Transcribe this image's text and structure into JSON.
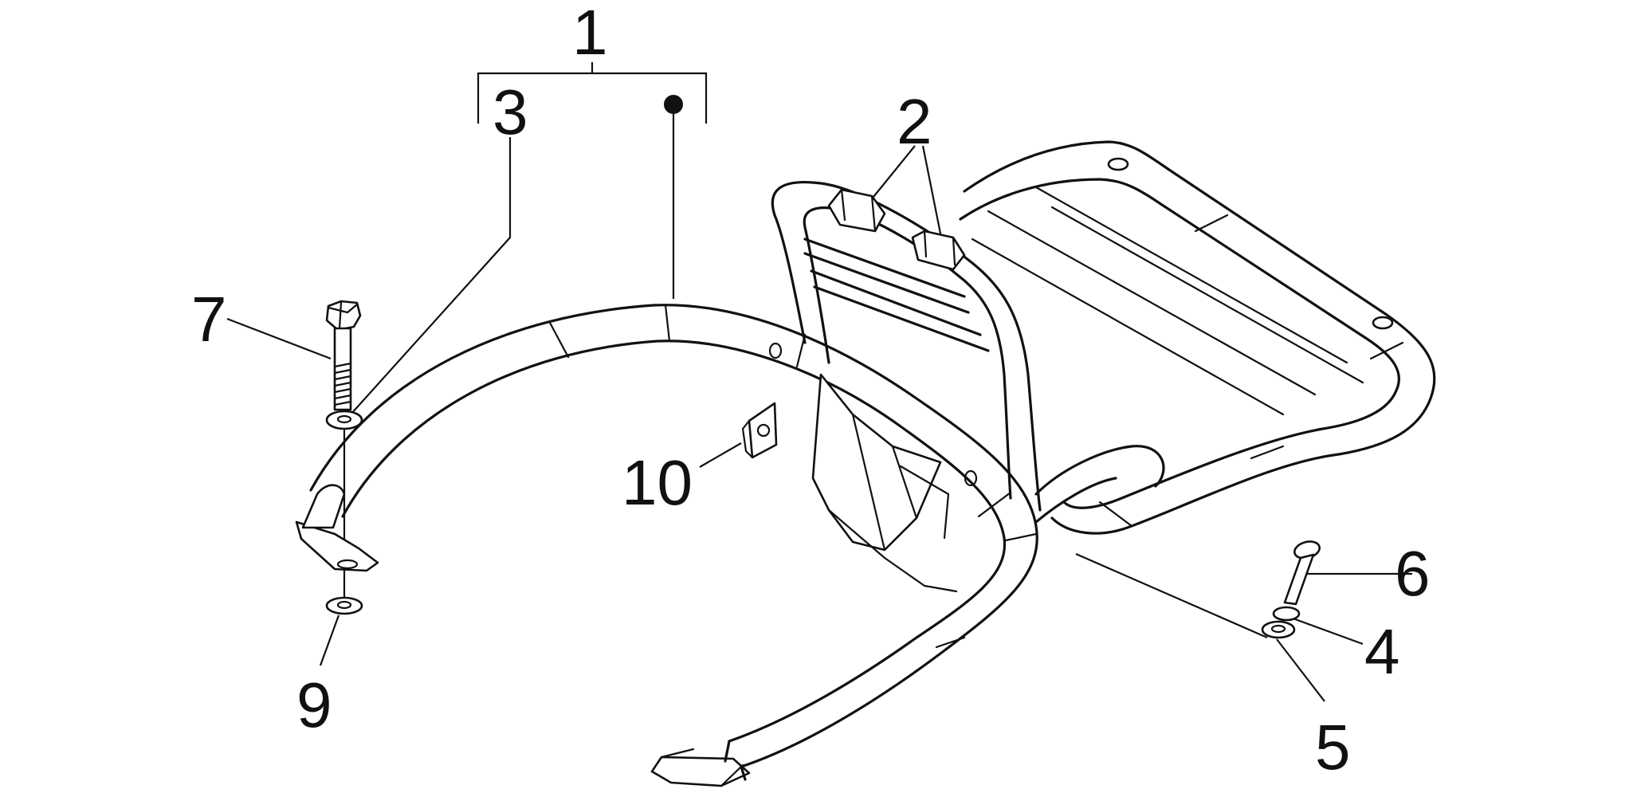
{
  "diagram": {
    "callouts": {
      "c1": "1",
      "c2": "2",
      "c3": "3",
      "c4": "4",
      "c5": "5",
      "c6": "6",
      "c7": "7",
      "c9": "9",
      "c10": "10"
    },
    "line_color": "#111111",
    "background": "#ffffff"
  }
}
